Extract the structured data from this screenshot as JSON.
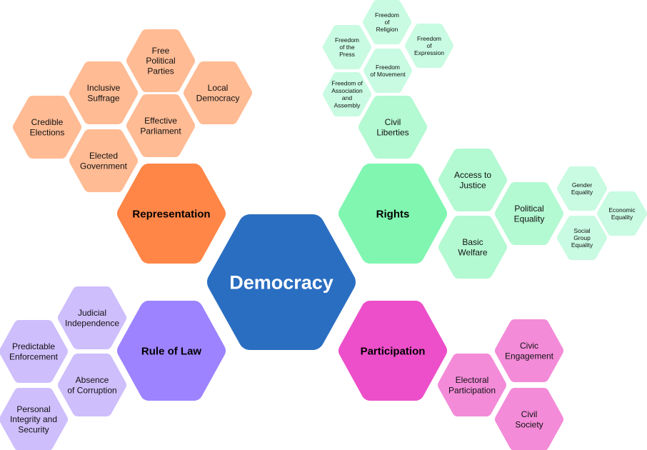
{
  "title": "Democracy",
  "colors": {
    "root": "#2a6ec1",
    "representation": "#ff8647",
    "representation_light": "#ffbb94",
    "rights": "#80f6b1",
    "rights_light": "#b3f9d2",
    "rights_lighter": "#c8fbe1",
    "rule": "#9d83ff",
    "rule_light": "#cebefc",
    "participation": "#ec4fc9",
    "participation_light": "#f38bd8"
  },
  "nodes": [
    {
      "id": "democracy",
      "label": "Democracy",
      "color": "root",
      "level": 0
    },
    {
      "id": "representation",
      "label": "Representation",
      "color": "representation",
      "level": 1
    },
    {
      "id": "rights",
      "label": "Rights",
      "color": "rights",
      "level": 1
    },
    {
      "id": "rule-of-law",
      "label": "Rule of Law",
      "color": "rule",
      "level": 1
    },
    {
      "id": "participation",
      "label": "Participation",
      "color": "participation",
      "level": 1
    },
    {
      "id": "credible-elections",
      "label": "Credible\nElections",
      "color": "representation_light",
      "level": 2
    },
    {
      "id": "inclusive-suffrage",
      "label": "Inclusive\nSuffrage",
      "color": "representation_light",
      "level": 2
    },
    {
      "id": "free-political-parties",
      "label": "Free\nPolitical\nParties",
      "color": "representation_light",
      "level": 2
    },
    {
      "id": "local-democracy",
      "label": "Local\nDemocracy",
      "color": "representation_light",
      "level": 2
    },
    {
      "id": "effective-parliament",
      "label": "Effective\nParliament",
      "color": "representation_light",
      "level": 2
    },
    {
      "id": "elected-government",
      "label": "Elected\nGovernment",
      "color": "representation_light",
      "level": 2
    },
    {
      "id": "civil-liberties",
      "label": "Civil\nLiberties",
      "color": "rights_light",
      "level": 2
    },
    {
      "id": "access-to-justice",
      "label": "Access to\nJustice",
      "color": "rights_light",
      "level": 2
    },
    {
      "id": "basic-welfare",
      "label": "Basic\nWelfare",
      "color": "rights_light",
      "level": 2
    },
    {
      "id": "political-equality",
      "label": "Political\nEquality",
      "color": "rights_light",
      "level": 2
    },
    {
      "id": "freedom-of-religion",
      "label": "Freedom\nof\nReligion",
      "color": "rights_lighter",
      "level": 3
    },
    {
      "id": "freedom-of-the-press",
      "label": "Freedom\nof the\nPress",
      "color": "rights_lighter",
      "level": 3
    },
    {
      "id": "freedom-of-expression",
      "label": "Freedom\nof\nExpression",
      "color": "rights_lighter",
      "level": 3
    },
    {
      "id": "freedom-of-movement",
      "label": "Freedom\nof Movement",
      "color": "rights_lighter",
      "level": 3
    },
    {
      "id": "freedom-of-association",
      "label": "Freedom of\nAssociation\nand\nAssembly",
      "color": "rights_lighter",
      "level": 3
    },
    {
      "id": "gender-equality",
      "label": "Gender\nEquality",
      "color": "rights_lighter",
      "level": 3
    },
    {
      "id": "economic-equality",
      "label": "Economic\nEquality",
      "color": "rights_lighter",
      "level": 3
    },
    {
      "id": "social-group-equality",
      "label": "Social\nGroup\nEquality",
      "color": "rights_lighter",
      "level": 3
    },
    {
      "id": "judicial-independence",
      "label": "Judicial\nIndependence",
      "color": "rule_light",
      "level": 2
    },
    {
      "id": "predictable-enforcement",
      "label": "Predictable\nEnforcement",
      "color": "rule_light",
      "level": 2
    },
    {
      "id": "absence-of-corruption",
      "label": "Absence\nof Corruption",
      "color": "rule_light",
      "level": 2
    },
    {
      "id": "personal-integrity",
      "label": "Personal\nIntegrity and\nSecurity",
      "color": "rule_light",
      "level": 2
    },
    {
      "id": "civic-engagement",
      "label": "Civic\nEngagement",
      "color": "participation_light",
      "level": 2
    },
    {
      "id": "electoral-participation",
      "label": "Electoral\nParticipation",
      "color": "participation_light",
      "level": 2
    },
    {
      "id": "civil-society",
      "label": "Civil\nSociety",
      "color": "participation_light",
      "level": 2
    }
  ]
}
